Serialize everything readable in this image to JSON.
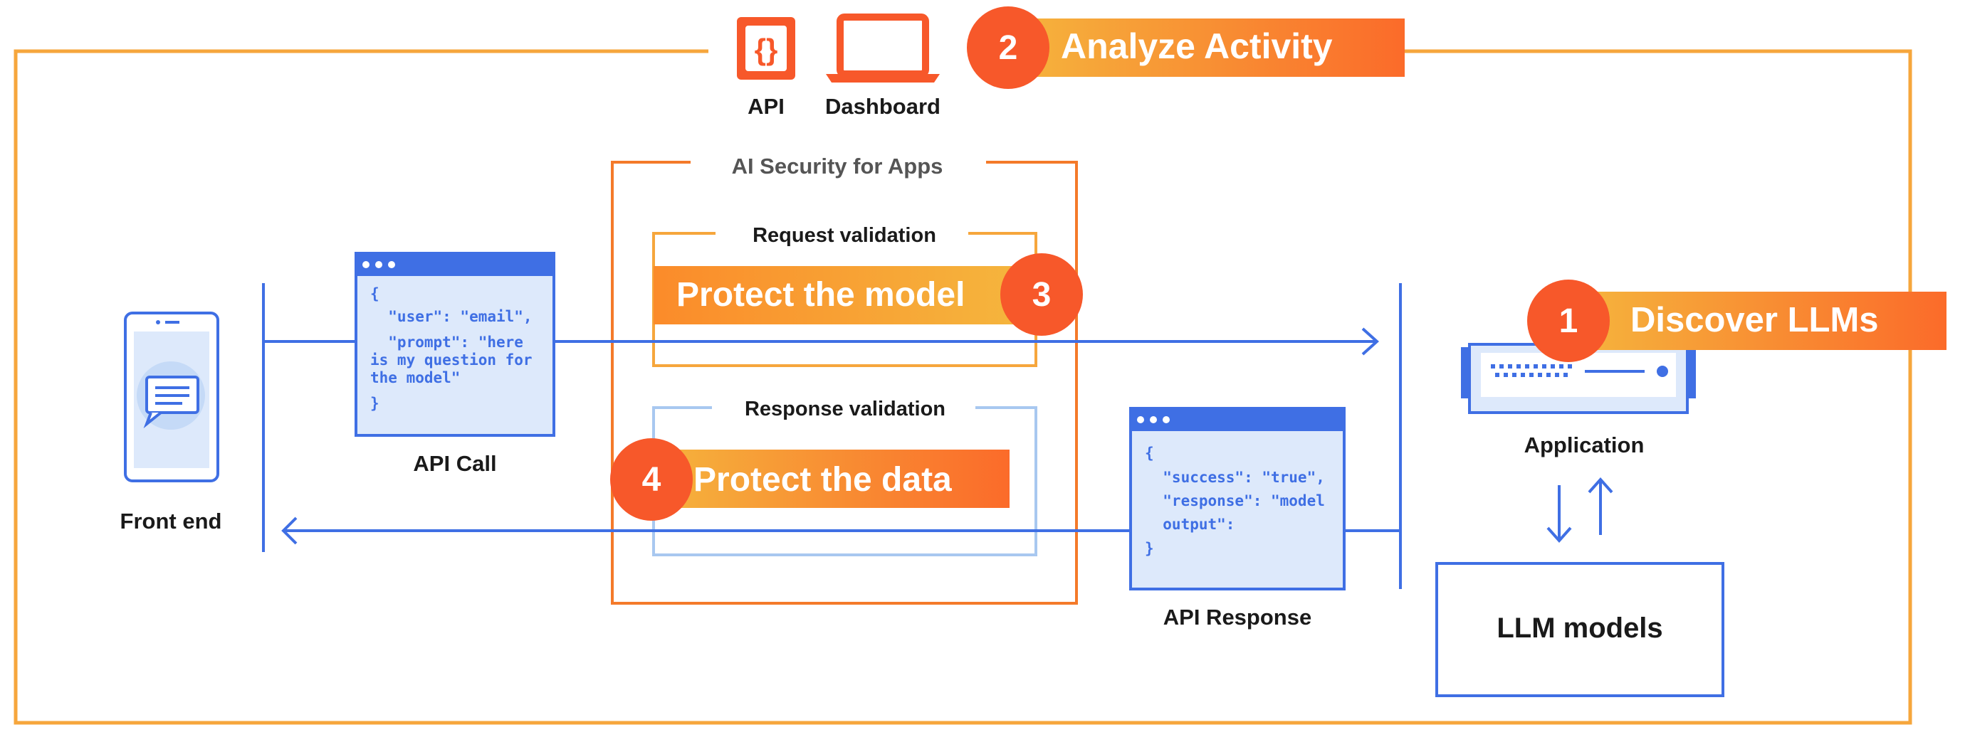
{
  "top": {
    "api_label": "API",
    "dashboard_label": "Dashboard"
  },
  "ai_security": {
    "title": "AI Security for Apps",
    "request_validation": "Request validation",
    "response_validation": "Response validation"
  },
  "callouts": [
    {
      "number": "1",
      "text": "Discover LLMs"
    },
    {
      "number": "2",
      "text": "Analyze Activity"
    },
    {
      "number": "3",
      "text": "Protect the model"
    },
    {
      "number": "4",
      "text": "Protect the data"
    }
  ],
  "front_end": {
    "label": "Front end"
  },
  "api_call": {
    "label": "API Call",
    "code_lines": [
      "{",
      "  \"user\": \"email\",",
      "  \"prompt\": \"here",
      "is my question for",
      "the model\"",
      "}"
    ]
  },
  "api_response": {
    "label": "API Response",
    "code_lines": [
      "{",
      "  \"success\": \"true\",",
      "  \"response\": \"model",
      "  output\":",
      "}"
    ]
  },
  "application": {
    "label": "Application"
  },
  "llm_models": {
    "label": "LLM models"
  },
  "colors": {
    "orange": "#F6A63C",
    "orange_dark": "#F47A2A",
    "orange_badge": "#F7582A",
    "blue": "#3F6FE4",
    "blue_light": "#A8C8F0",
    "card_bg": "#DDE9FB",
    "text_dark": "#1a1a1a",
    "text_gray": "#555555"
  }
}
